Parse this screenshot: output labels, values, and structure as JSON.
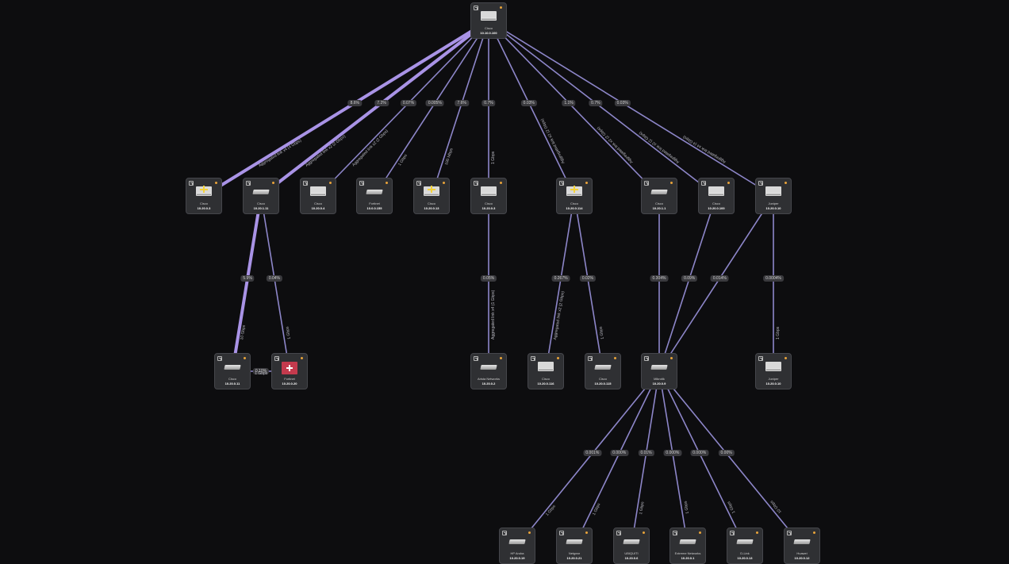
{
  "colors": {
    "background": "#0d0d0f",
    "node": "#2f3033",
    "edge": "#8d86c9",
    "edge_heavy": "#a993e6",
    "status": "#e8a33a"
  },
  "icons": {
    "node_corner": "expand-box-icon",
    "node_status": "status-dot-icon",
    "device": "network-switch-icon"
  },
  "nodes": [
    {
      "id": "root",
      "name": "Cisco",
      "ip": "10.10.0.100",
      "device": "brand"
    },
    {
      "id": "n1",
      "name": "Cisco",
      "ip": "10.20.0.3",
      "device": "plus"
    },
    {
      "id": "n2",
      "name": "Cisco",
      "ip": "10.20.1.11",
      "device": "switch"
    },
    {
      "id": "n3",
      "name": "Cisco",
      "ip": "10.20.0.4",
      "device": "brand"
    },
    {
      "id": "n4",
      "name": "Fortinet",
      "ip": "10.0.0.155",
      "device": "switch"
    },
    {
      "id": "n5",
      "name": "Cisco",
      "ip": "10.20.0.13",
      "device": "plus"
    },
    {
      "id": "n6",
      "name": "Cisco",
      "ip": "10.20.0.3",
      "device": "brand"
    },
    {
      "id": "n7",
      "name": "Cisco",
      "ip": "10.20.0.114",
      "device": "plus"
    },
    {
      "id": "n8",
      "name": "Cisco",
      "ip": "10.20.1.1",
      "device": "switch"
    },
    {
      "id": "n9",
      "name": "Cisco",
      "ip": "10.20.0.100",
      "device": "brand"
    },
    {
      "id": "n10",
      "name": "Juniper",
      "ip": "10.20.0.10",
      "device": "brand"
    },
    {
      "id": "m1",
      "name": "Cisco",
      "ip": "10.20.0.11",
      "device": "switch"
    },
    {
      "id": "m2",
      "name": "Fortinet",
      "ip": "10.20.0.20",
      "device": "red"
    },
    {
      "id": "m3",
      "name": "Arista Networks",
      "ip": "10.20.0.2",
      "device": "switch"
    },
    {
      "id": "m4",
      "name": "Cisco",
      "ip": "10.20.0.116",
      "device": "brand"
    },
    {
      "id": "m5",
      "name": "Cisco",
      "ip": "10.20.0.115",
      "device": "switch"
    },
    {
      "id": "m6",
      "name": "Mikrotik",
      "ip": "10.20.0.9",
      "device": "switch"
    },
    {
      "id": "m7",
      "name": "Juniper",
      "ip": "10.20.0.10",
      "device": "brand"
    },
    {
      "id": "b1",
      "name": "HP Aruba",
      "ip": "10.20.0.19",
      "device": "switch"
    },
    {
      "id": "b2",
      "name": "Netgear",
      "ip": "10.20.0.21",
      "device": "switch"
    },
    {
      "id": "b3",
      "name": "UBIQUITI",
      "ip": "10.20.0.6",
      "device": "switch"
    },
    {
      "id": "b4",
      "name": "Extreme Networks",
      "ip": "10.20.0.1",
      "device": "switch"
    },
    {
      "id": "b5",
      "name": "D-Link",
      "ip": "10.20.0.13",
      "device": "switch"
    },
    {
      "id": "b6",
      "name": "Huawei",
      "ip": "10.20.0.12",
      "device": "switch"
    }
  ],
  "edges": [
    {
      "from": "root",
      "to": "n1",
      "pct": "8.6%",
      "label": "Aggregated link x4 (4 Gbps)",
      "heavy": true
    },
    {
      "from": "root",
      "to": "n2",
      "pct": "7.2%",
      "label": "Aggregated link x2 (2 Gbps)",
      "heavy": true
    },
    {
      "from": "root",
      "to": "n3",
      "pct": "0.07%",
      "label": "Aggregated link x2 (2 Gbps)",
      "heavy": false
    },
    {
      "from": "root",
      "to": "n4",
      "pct": "0.005%",
      "label": "1 Gbps",
      "heavy": false
    },
    {
      "from": "root",
      "to": "n5",
      "pct": "7.6%",
      "label": "100 Mbps",
      "heavy": false
    },
    {
      "from": "root",
      "to": "n6",
      "pct": "0.7%",
      "label": "1 Gbps",
      "heavy": false
    },
    {
      "from": "root",
      "to": "n7",
      "pct": "0.03%",
      "label": "Aggregated link x2 (2 Gbps)",
      "heavy": false
    },
    {
      "from": "root",
      "to": "n8",
      "pct": "1.1%",
      "label": "Aggregated link x2 (2 Gbps)",
      "heavy": false
    },
    {
      "from": "root",
      "to": "n9",
      "pct": "0.7%",
      "label": "Aggregated link x2 (2 Gbps)",
      "heavy": false
    },
    {
      "from": "root",
      "to": "n10",
      "pct": "0.03%",
      "label": "Aggregated link x4 (4 Gbps)",
      "heavy": false
    },
    {
      "from": "n2",
      "to": "m1",
      "pct": "5.9%",
      "label": "10 Gbps",
      "heavy": true
    },
    {
      "from": "n2",
      "to": "m2",
      "pct": "0.04%",
      "label": "1 Gbps",
      "heavy": false
    },
    {
      "from": "m1",
      "to": "m2",
      "pct": "0.10%",
      "label": "1 Gbps",
      "heavy": false
    },
    {
      "from": "n6",
      "to": "m3",
      "pct": "0.05%",
      "label": "Aggregated link x4 (1 Gbps)",
      "heavy": false
    },
    {
      "from": "n7",
      "to": "m4",
      "pct": "0.267%",
      "label": "Aggregated link x2 (2 Gbps)",
      "heavy": false
    },
    {
      "from": "n7",
      "to": "m5",
      "pct": "0.02%",
      "label": "1 Gbps",
      "heavy": false
    },
    {
      "from": "n8",
      "to": "m6",
      "pct": "0.304%",
      "label": "",
      "heavy": false
    },
    {
      "from": "n9",
      "to": "m6",
      "pct": "0.09%",
      "label": "",
      "heavy": false
    },
    {
      "from": "n10",
      "to": "m6",
      "pct": "0.014%",
      "label": "",
      "heavy": false
    },
    {
      "from": "n10",
      "to": "m7",
      "pct": "0.0004%",
      "label": "1 Gbps",
      "heavy": false
    },
    {
      "from": "m6",
      "to": "b1",
      "pct": "0.001%",
      "label": "1 Gbps",
      "heavy": false
    },
    {
      "from": "m6",
      "to": "b2",
      "pct": "0.000%",
      "label": "1 Gbps",
      "heavy": false
    },
    {
      "from": "m6",
      "to": "b3",
      "pct": "0.01%",
      "label": "1 Gbps",
      "heavy": false
    },
    {
      "from": "m6",
      "to": "b4",
      "pct": "0.000%",
      "label": "1 Gbps",
      "heavy": false
    },
    {
      "from": "m6",
      "to": "b5",
      "pct": "0.000%",
      "label": "1 Gbps",
      "heavy": false
    },
    {
      "from": "m6",
      "to": "b6",
      "pct": "0.00%",
      "label": "10 Gbps",
      "heavy": false
    }
  ]
}
